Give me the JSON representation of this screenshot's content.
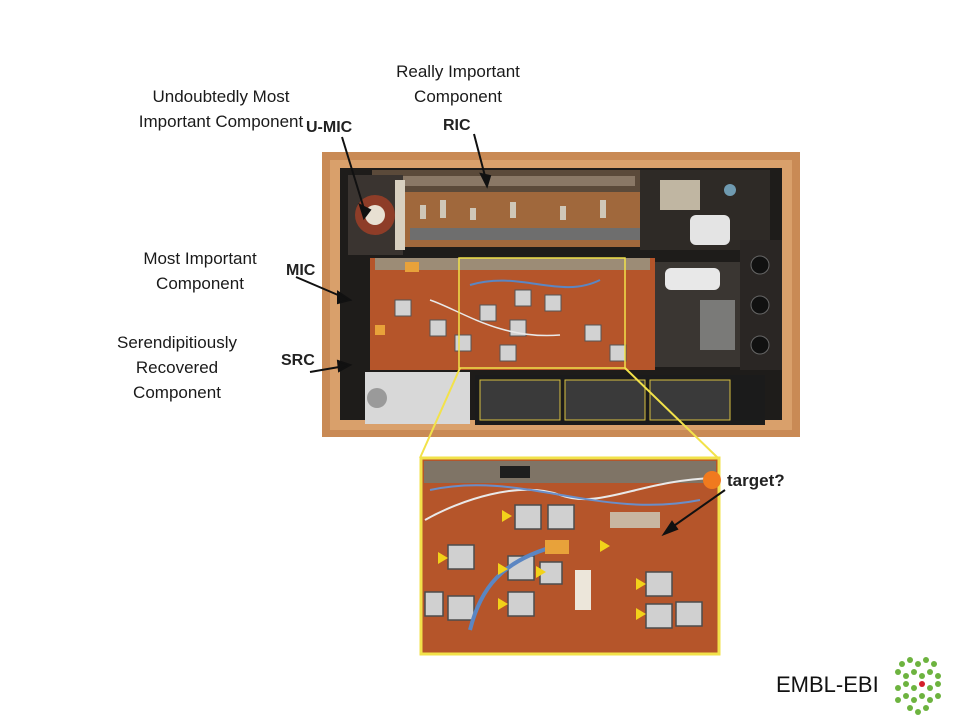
{
  "captions": {
    "undoubtedly": "Undoubtedly Most Important Component",
    "really": "Really Important Component",
    "most": "Most Important Component",
    "serendipitously": "Serendipitiously Recovered Component"
  },
  "tags": {
    "u_mic": "U-MIC",
    "ric": "RIC",
    "mic": "MIC",
    "src": "SRC",
    "target": "target?"
  },
  "logo": {
    "text": "EMBL-EBI",
    "color": "#6db33f"
  },
  "colors": {
    "wood": "#c98a55",
    "board": "#b5552a",
    "highlight": "#f2e24a"
  }
}
